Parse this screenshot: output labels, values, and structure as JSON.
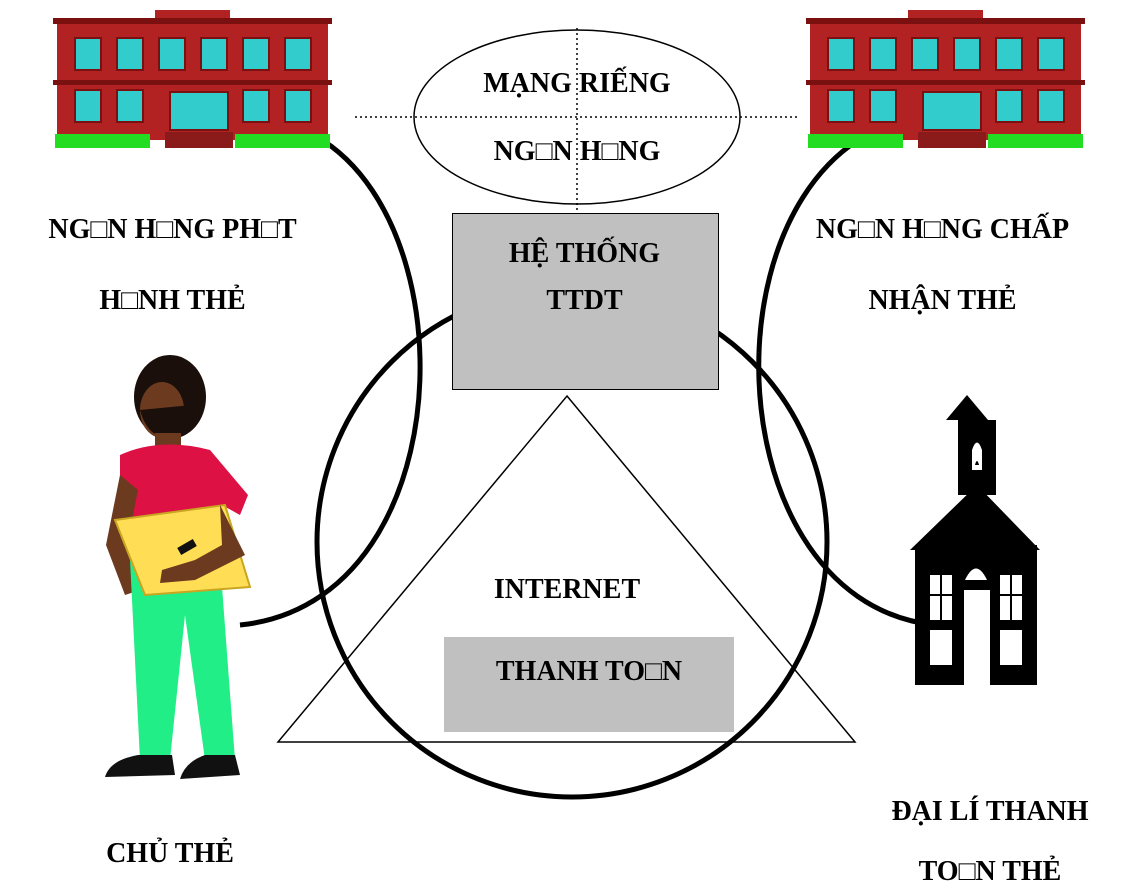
{
  "network": {
    "line1": "MẠNG RIẾNG",
    "line2": "NG□N H□NG"
  },
  "issuer_bank": {
    "line1": "NG□N H□NG PH□T",
    "line2": "H□NH THẺ"
  },
  "acquirer_bank": {
    "line1": "NG□N H□NG CHẤP",
    "line2": "NHẬN THẺ"
  },
  "system": {
    "line1": "HỆ THỐNG",
    "line2": "TTDT"
  },
  "internet": {
    "label": "INTERNET"
  },
  "payment": {
    "label": "THANH TO□N"
  },
  "cardholder": {
    "label": "CHỦ THẺ"
  },
  "merchant": {
    "line1": "ĐẠI LÍ THANH",
    "line2": "TO□N THẺ"
  },
  "colors": {
    "brick": "#b22222",
    "window": "#33cccc",
    "grass": "#22dd22",
    "shirt": "#dd1144",
    "pants": "#22ee88",
    "folder": "#ffdd55",
    "skin": "#6b3a1f",
    "box": "#c0c0c0"
  }
}
